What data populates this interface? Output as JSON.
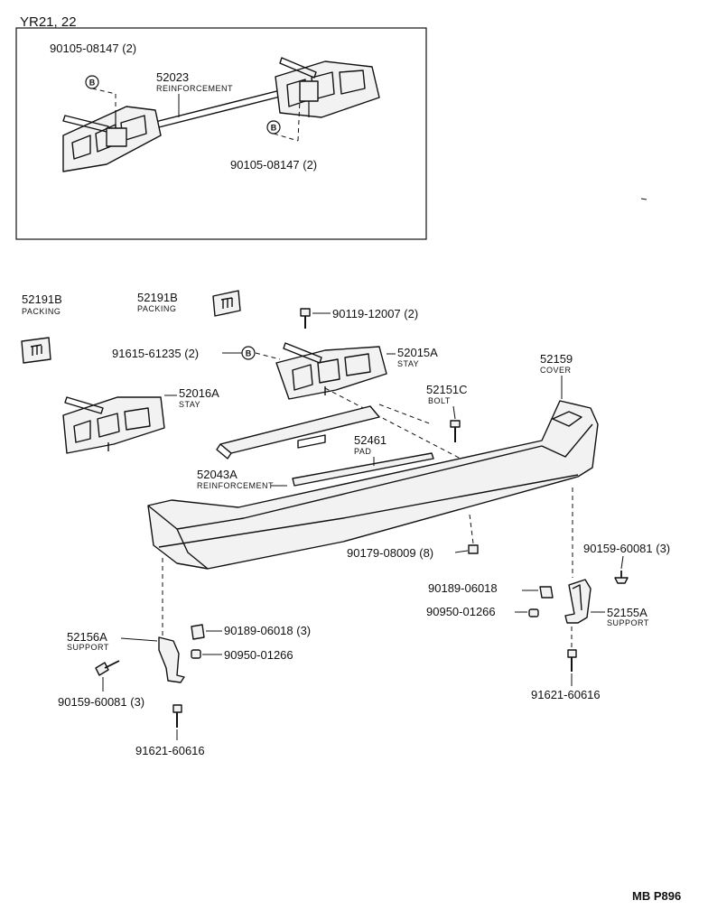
{
  "header": {
    "model_label": "YR21, 22"
  },
  "footer": {
    "code": "MB P896"
  },
  "inset": {
    "bolt_a": "90105-08147 (2)",
    "bolt_b": "90105-08147 (2)",
    "reinforcement_no": "52023",
    "reinforcement_name": "REINFORCEMENT",
    "marker": "B"
  },
  "parts": {
    "packing_left_no": "52191B",
    "packing_left_name": "PACKING",
    "packing_right_no": "52191B",
    "packing_right_name": "PACKING",
    "bolt_top": "90119-12007 (2)",
    "clip_b": "91615-61235 (2)",
    "marker": "B",
    "stay_right_no": "52015A",
    "stay_right_name": "STAY",
    "stay_left_no": "52016A",
    "stay_left_name": "STAY",
    "bolt_center_no": "52151C",
    "bolt_center_name": "BOLT",
    "cover_no": "52159",
    "cover_name": "COVER",
    "pad_no": "52461",
    "pad_name": "PAD",
    "reinf_no": "52043A",
    "reinf_name": "REINFORCEMENT",
    "nut_center": "90179-08009 (8)",
    "screw_right": "90159-60081 (3)",
    "clip_right": "90189-06018",
    "washer_right": "90950-01266",
    "support_right_no": "52155A",
    "support_right_name": "SUPPORT",
    "bolt_right": "91621-60616",
    "support_left_no": "52156A",
    "support_left_name": "SUPPORT",
    "clip_left": "90189-06018 (3)",
    "washer_left": "90950-01266",
    "screw_left": "90159-60081 (3)",
    "bolt_left": "91621-60616"
  }
}
